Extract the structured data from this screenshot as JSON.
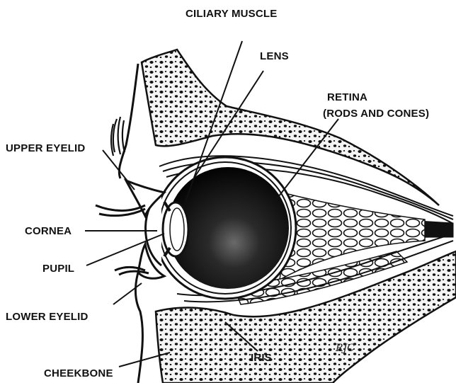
{
  "labels": {
    "ciliary_muscle": "CILIARY MUSCLE",
    "lens": "LENS",
    "retina_line1": "RETINA",
    "retina_line2": "(RODS AND CONES)",
    "upper_eyelid": "UPPER EYELID",
    "cornea": "CORNEA",
    "pupil": "PUPIL",
    "lower_eyelid": "LOWER EYELID",
    "iris": "IRIS",
    "cheekbone": "CHEEKBONE"
  },
  "signature": "RJC",
  "colors": {
    "ink": "#111111",
    "background": "#ffffff",
    "bone_fill": "#f2f2f2"
  }
}
